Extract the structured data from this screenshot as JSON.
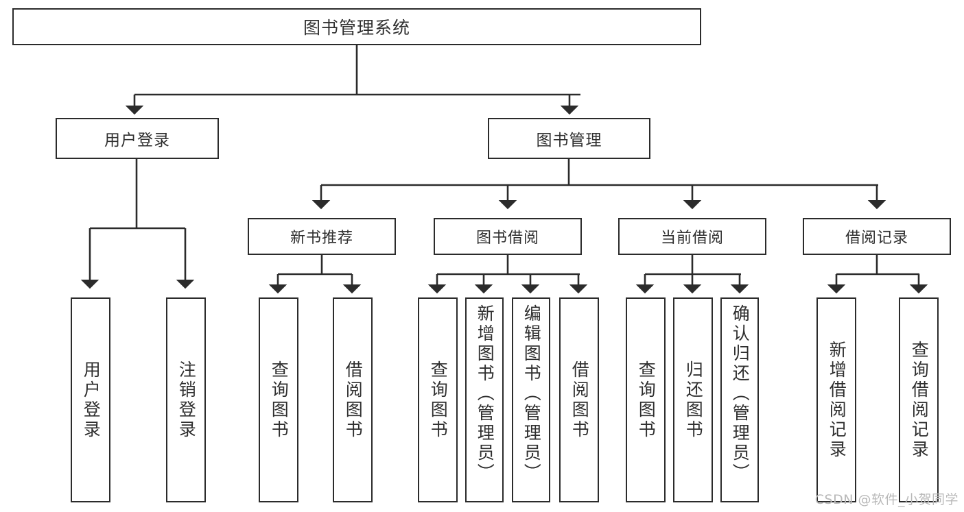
{
  "diagram": {
    "type": "tree-hierarchy-chart",
    "title": "图书管理系统",
    "background_color": "#ffffff",
    "line_color": "#2b2b2b",
    "text_color": "#2f2f2f",
    "root": {
      "id": "root",
      "label": "图书管理系统"
    },
    "level2": [
      {
        "id": "user-login",
        "label": "用户登录"
      },
      {
        "id": "book-management",
        "label": "图书管理"
      }
    ],
    "level3": [
      {
        "id": "new-book-recommend",
        "label": "新书推荐",
        "parent": "book-management"
      },
      {
        "id": "book-borrow",
        "label": "图书借阅",
        "parent": "book-management"
      },
      {
        "id": "current-borrow",
        "label": "当前借阅",
        "parent": "book-management"
      },
      {
        "id": "borrow-record",
        "label": "借阅记录",
        "parent": "book-management"
      }
    ],
    "leaves": [
      {
        "id": "leaf-user-login",
        "label": "用户登录",
        "parent": "user-login"
      },
      {
        "id": "leaf-logout-login",
        "label": "注销登录",
        "parent": "user-login"
      },
      {
        "id": "leaf-query-book-1",
        "label": "查询图书",
        "parent": "new-book-recommend"
      },
      {
        "id": "leaf-borrow-book-1",
        "label": "借阅图书",
        "parent": "new-book-recommend"
      },
      {
        "id": "leaf-query-book-2",
        "label": "查询图书",
        "parent": "book-borrow"
      },
      {
        "id": "leaf-add-book-admin",
        "label": "新增图书（管理员）",
        "parent": "book-borrow"
      },
      {
        "id": "leaf-edit-book-admin",
        "label": "编辑图书（管理员）",
        "parent": "book-borrow"
      },
      {
        "id": "leaf-borrow-book-2",
        "label": "借阅图书",
        "parent": "book-borrow"
      },
      {
        "id": "leaf-query-book-3",
        "label": "查询图书",
        "parent": "current-borrow"
      },
      {
        "id": "leaf-return-book",
        "label": "归还图书",
        "parent": "current-borrow"
      },
      {
        "id": "leaf-confirm-return-admin",
        "label": "确认归还（管理员）",
        "parent": "current-borrow"
      },
      {
        "id": "leaf-add-borrow-record",
        "label": "新增借阅记录",
        "parent": "borrow-record"
      },
      {
        "id": "leaf-query-borrow-record",
        "label": "查询借阅记录",
        "parent": "borrow-record"
      }
    ],
    "watermark": "CSDN @软件_小贺同学"
  }
}
